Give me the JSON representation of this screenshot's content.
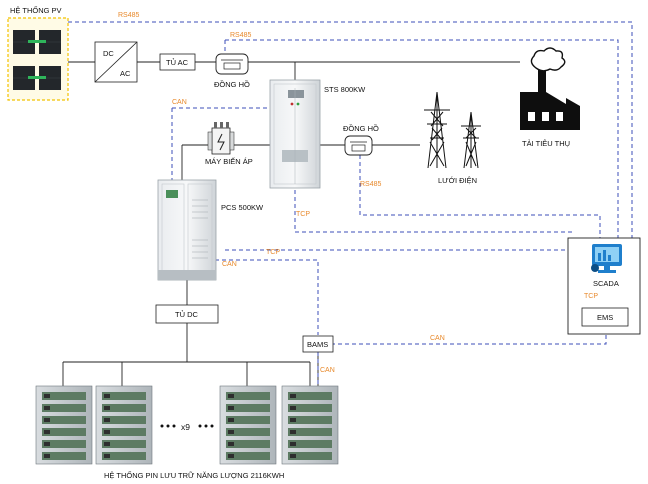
{
  "labels": {
    "pv_system": "HỆ THỐNG PV",
    "inverter_dc": "DC",
    "inverter_ac": "AC",
    "ac_cabinet": "TỦ AC",
    "meter_top": "ĐỒNG HỒ",
    "sts": "STS 800KW",
    "meter_mid": "ĐỒNG HỒ",
    "transformer": "MÁY BIẾN ÁP",
    "grid": "LƯỚI ĐIỆN",
    "load": "TẢI TIÊU THỤ",
    "pcs": "PCS 500KW",
    "dc_cabinet": "TỦ DC",
    "bams": "BAMS",
    "scada": "SCADA",
    "ems": "EMS",
    "battery_count": "x9",
    "battery_system": "HỆ THỐNG PIN LƯU TRỮ NĂNG LƯỢNG 2116KWH"
  },
  "protocols": {
    "rs485_top": "RS485",
    "rs485_meter": "RS485",
    "can_pcs": "CAN",
    "rs485_mid": "RS485",
    "tcp_sts": "TCP",
    "tcp_pcs": "TCP",
    "can_pcs_bams": "CAN",
    "tcp_scada": "TCP",
    "can_bams_ems": "CAN",
    "can_bams_batt": "CAN"
  },
  "colors": {
    "comm_line": "#3d4fb8",
    "protocol_text": "#e8892b",
    "power_line": "#222222"
  }
}
